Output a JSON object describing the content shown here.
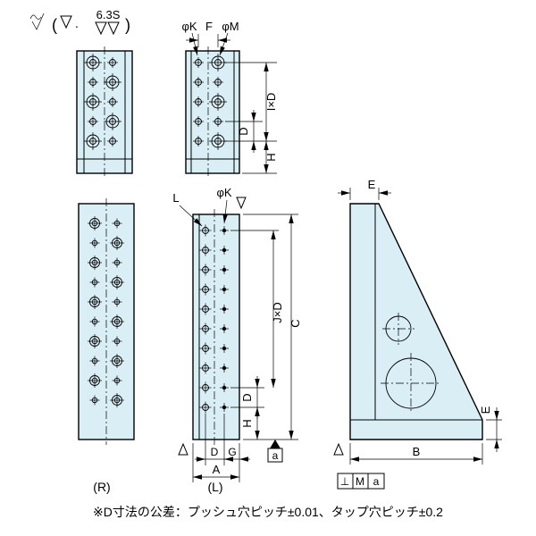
{
  "finish_note": {
    "open": "(",
    "dot": ".",
    "roughness": "6.3S",
    "close": ")"
  },
  "top_view": {
    "phi_k": "φK",
    "f": "F",
    "phi_m": "φM",
    "i_d": "I×D",
    "d": "D",
    "h": "H"
  },
  "left_view": {
    "label": "(R)"
  },
  "center_view": {
    "l": "L",
    "phi_k": "φK",
    "c": "C",
    "j_d": "J×D",
    "d_pitch": "D",
    "h": "H",
    "d_col": "D",
    "g": "G",
    "a": "A",
    "datum": "a",
    "label": "(L)"
  },
  "side_view": {
    "e_top": "E",
    "e_right": "E",
    "b": "B",
    "tol": {
      "symbol": "⊥",
      "value": "M",
      "datum": "a"
    }
  },
  "note": "※D寸法の公差：プッシュ穴ピッチ±0.01、タップ穴ピッチ±0.2"
}
